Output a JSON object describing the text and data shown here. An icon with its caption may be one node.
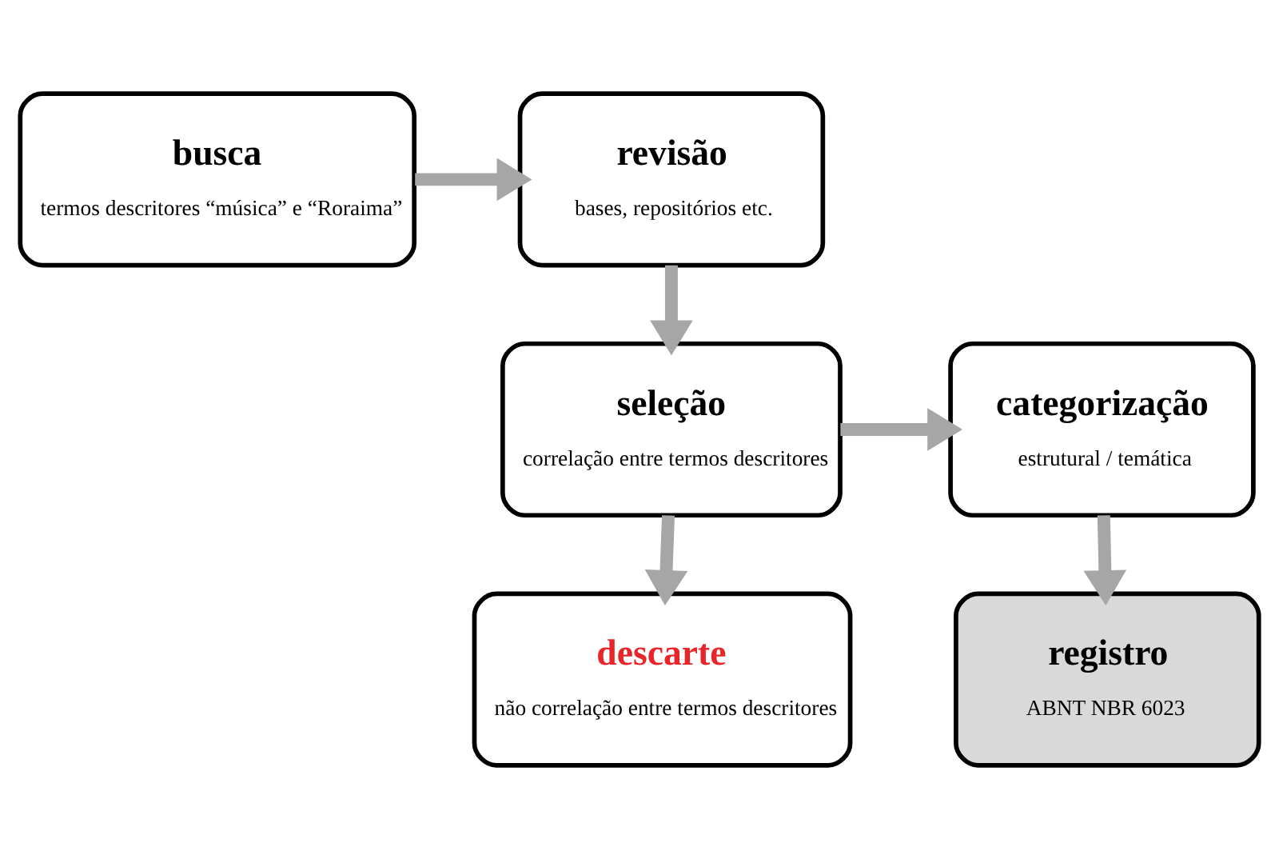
{
  "diagram": {
    "nodes": [
      {
        "text": [
          "busca",
          "termos descritores “música” e “Roraima”"
        ]
      },
      {
        "text": [
          "revisão",
          "bases, repositórios etc."
        ]
      },
      {
        "text": [
          "seleção",
          "correlação entre termos descritores"
        ]
      },
      {
        "text": [
          "categorização",
          "estrutural / temática"
        ]
      },
      {
        "text": [
          "descarte",
          "não correlação entre termos descritores"
        ]
      },
      {
        "text": [
          "registro",
          "ABNT NBR 6023"
        ]
      }
    ],
    "edges": [
      {
        "from": 0,
        "to": 1,
        "arrow": "to"
      },
      {
        "from": 1,
        "to": 2,
        "arrow": "to"
      },
      {
        "from": 2,
        "to": 3,
        "arrow": "to"
      },
      {
        "from": 2,
        "to": 4,
        "arrow": "to"
      },
      {
        "from": 3,
        "to": 5,
        "arrow": "to"
      }
    ]
  }
}
